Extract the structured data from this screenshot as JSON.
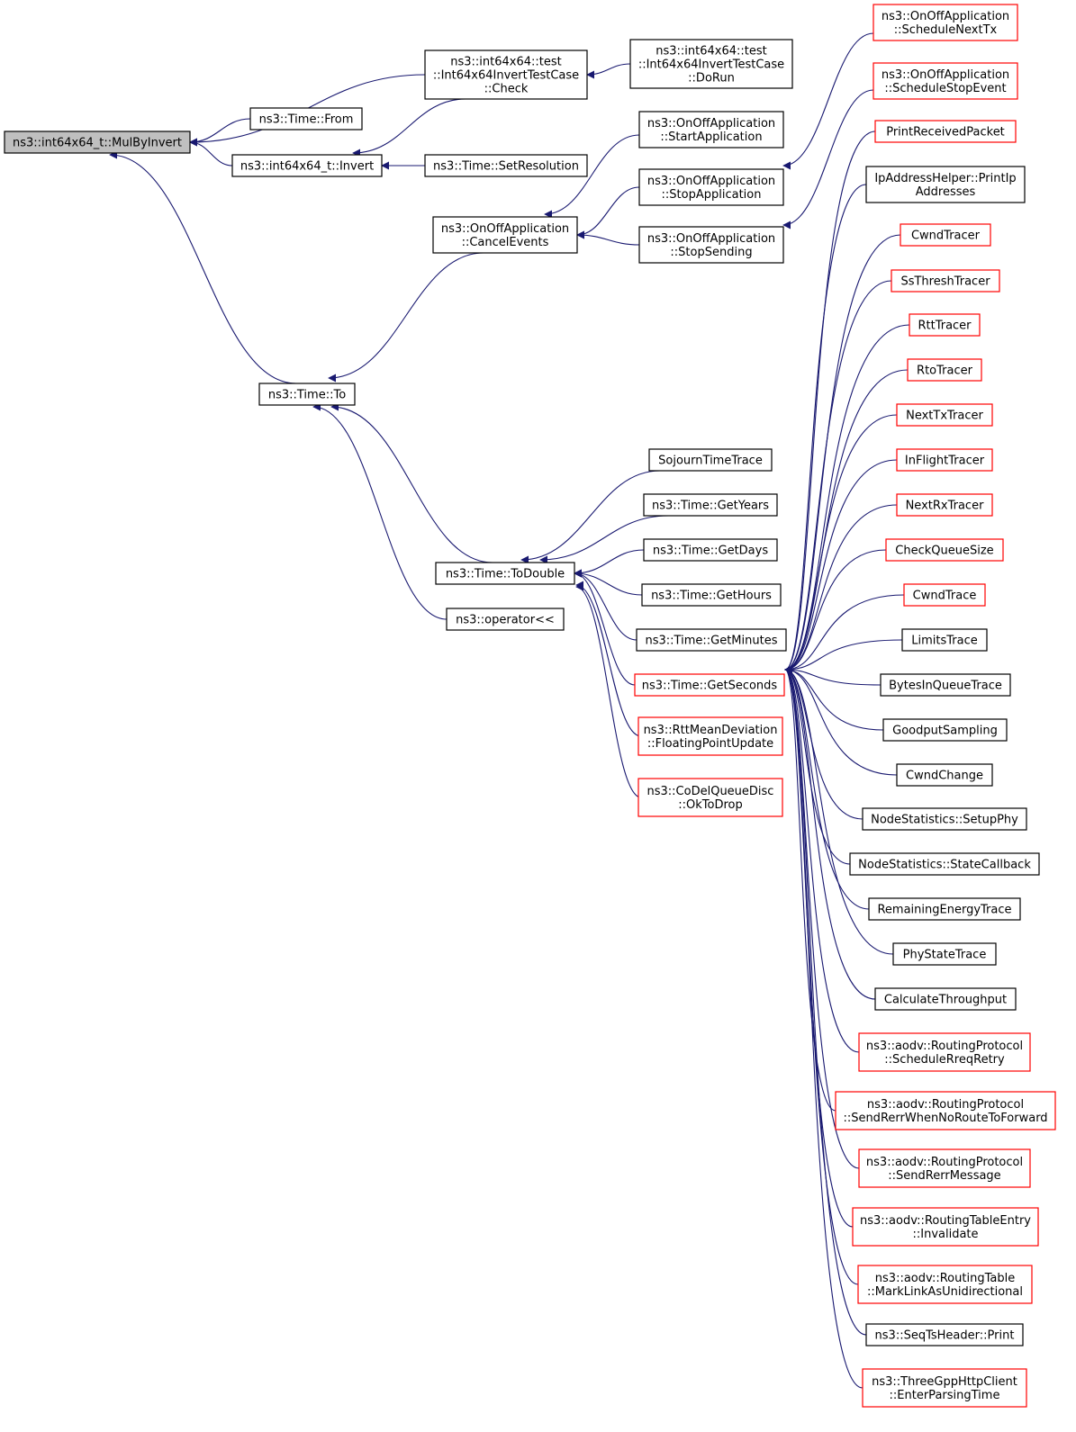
{
  "colors": {
    "edge": "#191970",
    "node_border_default": "#000000",
    "node_border_truncated": "#ff0000",
    "focus_fill": "#bfbfbf"
  },
  "nodes": [
    {
      "id": "root",
      "lines": [
        "ns3::int64x64_t::MulByInvert"
      ],
      "style": "focus"
    },
    {
      "id": "check",
      "lines": [
        "ns3::int64x64::test",
        "::Int64x64InvertTestCase",
        "::Check"
      ],
      "style": "normal"
    },
    {
      "id": "dorun",
      "lines": [
        "ns3::int64x64::test",
        "::Int64x64InvertTestCase",
        "::DoRun"
      ],
      "style": "normal"
    },
    {
      "id": "from",
      "lines": [
        "ns3::Time::From"
      ],
      "style": "normal"
    },
    {
      "id": "invert",
      "lines": [
        "ns3::int64x64_t::Invert"
      ],
      "style": "normal"
    },
    {
      "id": "setres",
      "lines": [
        "ns3::Time::SetResolution"
      ],
      "style": "normal"
    },
    {
      "id": "startapp",
      "lines": [
        "ns3::OnOffApplication",
        "::StartApplication"
      ],
      "style": "normal"
    },
    {
      "id": "stopapp",
      "lines": [
        "ns3::OnOffApplication",
        "::StopApplication"
      ],
      "style": "normal"
    },
    {
      "id": "cancel",
      "lines": [
        "ns3::OnOffApplication",
        "::CancelEvents"
      ],
      "style": "normal"
    },
    {
      "id": "stopsend",
      "lines": [
        "ns3::OnOffApplication",
        "::StopSending"
      ],
      "style": "normal"
    },
    {
      "id": "schednext",
      "lines": [
        "ns3::OnOffApplication",
        "::ScheduleNextTx"
      ],
      "style": "red"
    },
    {
      "id": "schedstop",
      "lines": [
        "ns3::OnOffApplication",
        "::ScheduleStopEvent"
      ],
      "style": "red"
    },
    {
      "id": "timeto",
      "lines": [
        "ns3::Time::To"
      ],
      "style": "normal"
    },
    {
      "id": "todouble",
      "lines": [
        "ns3::Time::ToDouble"
      ],
      "style": "normal"
    },
    {
      "id": "oplt",
      "lines": [
        "ns3::operator<<"
      ],
      "style": "normal"
    },
    {
      "id": "sojourn",
      "lines": [
        "SojournTimeTrace"
      ],
      "style": "normal"
    },
    {
      "id": "years",
      "lines": [
        "ns3::Time::GetYears"
      ],
      "style": "normal"
    },
    {
      "id": "days",
      "lines": [
        "ns3::Time::GetDays"
      ],
      "style": "normal"
    },
    {
      "id": "hours",
      "lines": [
        "ns3::Time::GetHours"
      ],
      "style": "normal"
    },
    {
      "id": "minutes",
      "lines": [
        "ns3::Time::GetMinutes"
      ],
      "style": "normal"
    },
    {
      "id": "seconds",
      "lines": [
        "ns3::Time::GetSeconds"
      ],
      "style": "red"
    },
    {
      "id": "rttmean",
      "lines": [
        "ns3::RttMeanDeviation",
        "::FloatingPointUpdate"
      ],
      "style": "red"
    },
    {
      "id": "codel",
      "lines": [
        "ns3::CoDelQueueDisc",
        "::OkToDrop"
      ],
      "style": "red"
    },
    {
      "id": "printrx",
      "lines": [
        "PrintReceivedPacket"
      ],
      "style": "red"
    },
    {
      "id": "ipaddr",
      "lines": [
        "IpAddressHelper::PrintIp",
        "Addresses"
      ],
      "style": "normal"
    },
    {
      "id": "cwndtracer",
      "lines": [
        "CwndTracer"
      ],
      "style": "red"
    },
    {
      "id": "ssthresh",
      "lines": [
        "SsThreshTracer"
      ],
      "style": "red"
    },
    {
      "id": "rtt",
      "lines": [
        "RttTracer"
      ],
      "style": "red"
    },
    {
      "id": "rto",
      "lines": [
        "RtoTracer"
      ],
      "style": "red"
    },
    {
      "id": "nexttx",
      "lines": [
        "NextTxTracer"
      ],
      "style": "red"
    },
    {
      "id": "inflight",
      "lines": [
        "InFlightTracer"
      ],
      "style": "red"
    },
    {
      "id": "nextrx",
      "lines": [
        "NextRxTracer"
      ],
      "style": "red"
    },
    {
      "id": "checkq",
      "lines": [
        "CheckQueueSize"
      ],
      "style": "red"
    },
    {
      "id": "cwndtrace",
      "lines": [
        "CwndTrace"
      ],
      "style": "red"
    },
    {
      "id": "limits",
      "lines": [
        "LimitsTrace"
      ],
      "style": "normal"
    },
    {
      "id": "bytesq",
      "lines": [
        "BytesInQueueTrace"
      ],
      "style": "normal"
    },
    {
      "id": "goodput",
      "lines": [
        "GoodputSampling"
      ],
      "style": "normal"
    },
    {
      "id": "cwndchange",
      "lines": [
        "CwndChange"
      ],
      "style": "normal"
    },
    {
      "id": "setupphy",
      "lines": [
        "NodeStatistics::SetupPhy"
      ],
      "style": "normal"
    },
    {
      "id": "statecb",
      "lines": [
        "NodeStatistics::StateCallback"
      ],
      "style": "normal"
    },
    {
      "id": "remaining",
      "lines": [
        "RemainingEnergyTrace"
      ],
      "style": "normal"
    },
    {
      "id": "phystate",
      "lines": [
        "PhyStateTrace"
      ],
      "style": "normal"
    },
    {
      "id": "calcthr",
      "lines": [
        "CalculateThroughput"
      ],
      "style": "normal"
    },
    {
      "id": "schedrreq",
      "lines": [
        "ns3::aodv::RoutingProtocol",
        "::ScheduleRreqRetry"
      ],
      "style": "red"
    },
    {
      "id": "sendrerrno",
      "lines": [
        "ns3::aodv::RoutingProtocol",
        "::SendRerrWhenNoRouteToForward"
      ],
      "style": "red"
    },
    {
      "id": "sendrerr",
      "lines": [
        "ns3::aodv::RoutingProtocol",
        "::SendRerrMessage"
      ],
      "style": "red"
    },
    {
      "id": "invalidate",
      "lines": [
        "ns3::aodv::RoutingTableEntry",
        "::Invalidate"
      ],
      "style": "red"
    },
    {
      "id": "marklink",
      "lines": [
        "ns3::aodv::RoutingTable",
        "::MarkLinkAsUnidirectional"
      ],
      "style": "red"
    },
    {
      "id": "seqts",
      "lines": [
        "ns3::SeqTsHeader::Print"
      ],
      "style": "normal"
    },
    {
      "id": "threegpp",
      "lines": [
        "ns3::ThreeGppHttpClient",
        "::EnterParsingTime"
      ],
      "style": "red"
    }
  ],
  "edges": [
    [
      "root",
      "check"
    ],
    [
      "root",
      "from"
    ],
    [
      "root",
      "invert"
    ],
    [
      "root",
      "timeto"
    ],
    [
      "check",
      "dorun"
    ],
    [
      "invert",
      "check"
    ],
    [
      "invert",
      "setres"
    ],
    [
      "cancel",
      "startapp"
    ],
    [
      "cancel",
      "stopapp"
    ],
    [
      "cancel",
      "stopsend"
    ],
    [
      "stopapp",
      "schednext"
    ],
    [
      "stopsend",
      "schedstop"
    ],
    [
      "timeto",
      "cancel"
    ],
    [
      "timeto",
      "todouble"
    ],
    [
      "timeto",
      "oplt"
    ],
    [
      "todouble",
      "sojourn"
    ],
    [
      "todouble",
      "years"
    ],
    [
      "todouble",
      "days"
    ],
    [
      "todouble",
      "hours"
    ],
    [
      "todouble",
      "minutes"
    ],
    [
      "todouble",
      "seconds"
    ],
    [
      "todouble",
      "rttmean"
    ],
    [
      "todouble",
      "codel"
    ],
    [
      "seconds",
      "printrx"
    ],
    [
      "seconds",
      "ipaddr"
    ],
    [
      "seconds",
      "cwndtracer"
    ],
    [
      "seconds",
      "ssthresh"
    ],
    [
      "seconds",
      "rtt"
    ],
    [
      "seconds",
      "rto"
    ],
    [
      "seconds",
      "nexttx"
    ],
    [
      "seconds",
      "inflight"
    ],
    [
      "seconds",
      "nextrx"
    ],
    [
      "seconds",
      "checkq"
    ],
    [
      "seconds",
      "cwndtrace"
    ],
    [
      "seconds",
      "limits"
    ],
    [
      "seconds",
      "bytesq"
    ],
    [
      "seconds",
      "goodput"
    ],
    [
      "seconds",
      "cwndchange"
    ],
    [
      "seconds",
      "setupphy"
    ],
    [
      "seconds",
      "statecb"
    ],
    [
      "seconds",
      "remaining"
    ],
    [
      "seconds",
      "phystate"
    ],
    [
      "seconds",
      "calcthr"
    ],
    [
      "seconds",
      "schedrreq"
    ],
    [
      "seconds",
      "sendrerrno"
    ],
    [
      "seconds",
      "sendrerr"
    ],
    [
      "seconds",
      "invalidate"
    ],
    [
      "seconds",
      "marklink"
    ],
    [
      "seconds",
      "seqts"
    ],
    [
      "seconds",
      "threegpp"
    ]
  ]
}
